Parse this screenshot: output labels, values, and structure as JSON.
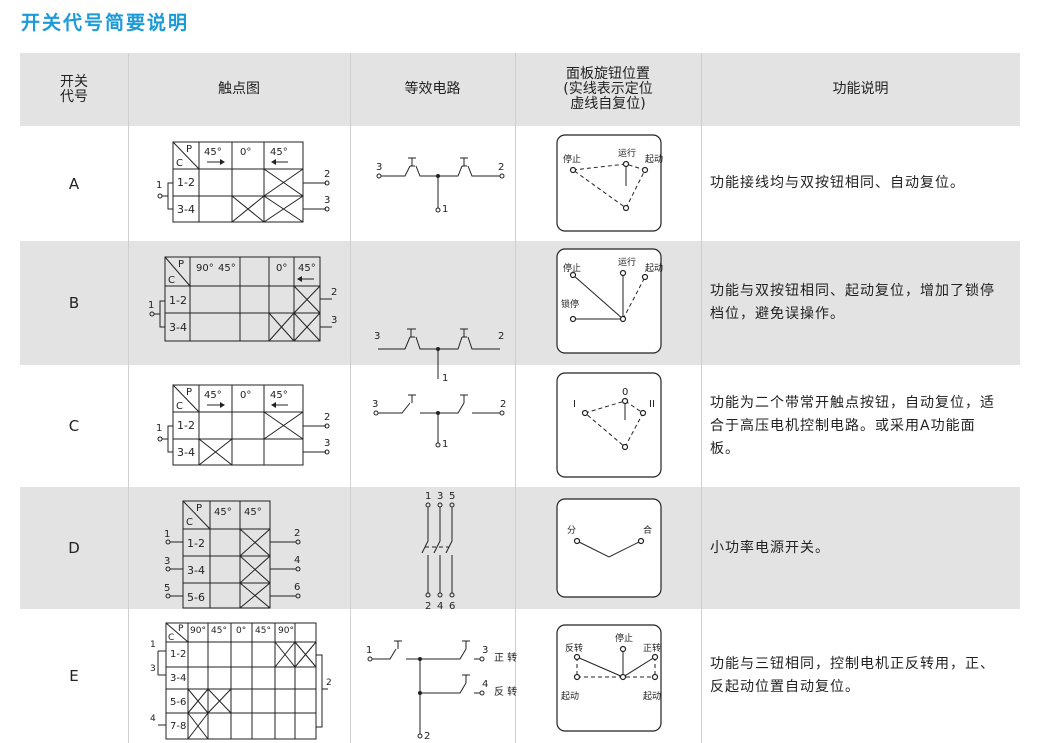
{
  "title": "开关代号简要说明",
  "header": {
    "code": "开关\n代号",
    "contact": "触点图",
    "circuit": "等效电路",
    "knob": "面板旋钮位置\n(实线表示定位\n虚线自复位)",
    "func": "功能说明"
  },
  "rows": [
    {
      "code": "A",
      "desc": "功能接线均与双按钮相同、自动复位。"
    },
    {
      "code": "B",
      "desc": "功能与双按钮相同、起动复位，增加了锁停档位，避免误操作。"
    },
    {
      "code": "C",
      "desc": "功能为二个带常开触点按钮，自动复位，适合于高压电机控制电路。或采用A功能面板。"
    },
    {
      "code": "D",
      "desc": "小功率电源开关。"
    },
    {
      "code": "E",
      "desc": "功能与三钮相同，控制电机正反转用，正、反起动位置自动复位。"
    }
  ],
  "diagrams": {
    "P": "P",
    "C": "C",
    "a45": "45°",
    "a0": "0°",
    "a90": "90°",
    "c12": "1-2",
    "c34": "3-4",
    "c56": "5-6",
    "c78": "7-8",
    "n1": "1",
    "n2": "2",
    "n3": "3",
    "n4": "4",
    "n5": "5",
    "n6": "6",
    "stop": "停止",
    "run": "运行",
    "start": "起动",
    "lockstop": "锁停",
    "I": "I",
    "O": "0",
    "II": "II",
    "off": "分",
    "on": "合",
    "rev": "反转",
    "fwd": "正转",
    "fwd2": "正 转",
    "rev2": "反 转"
  }
}
